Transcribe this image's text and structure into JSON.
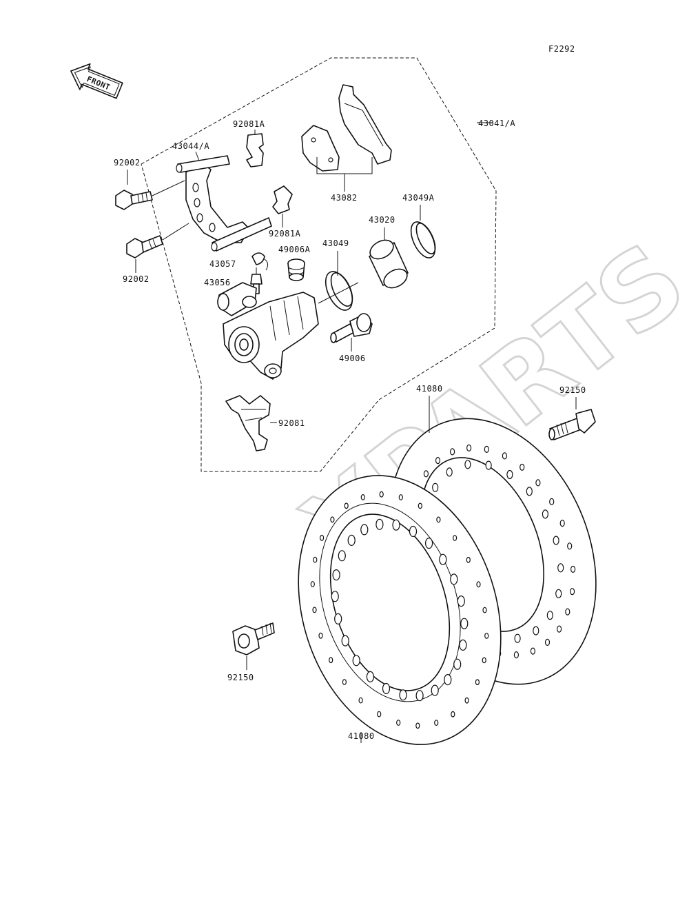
{
  "diagram": {
    "code": "F2292",
    "front_label": "FRONT",
    "watermark": "XPARTS",
    "labels": {
      "l43041A": "43041/A",
      "l92081A_top": "92081A",
      "l43044A": "43044/A",
      "l92002_top": "92002",
      "l92002_bottom": "92002",
      "l43082": "43082",
      "l43049A": "43049A",
      "l43020": "43020",
      "l92081A_mid": "92081A",
      "l49006A": "49006A",
      "l43049": "43049",
      "l43057": "43057",
      "l43056": "43056",
      "l49006": "49006",
      "l92081": "92081",
      "l41080_top": "41080",
      "l41080_bottom": "41080",
      "l92150_right": "92150",
      "l92150_left": "92150"
    }
  }
}
